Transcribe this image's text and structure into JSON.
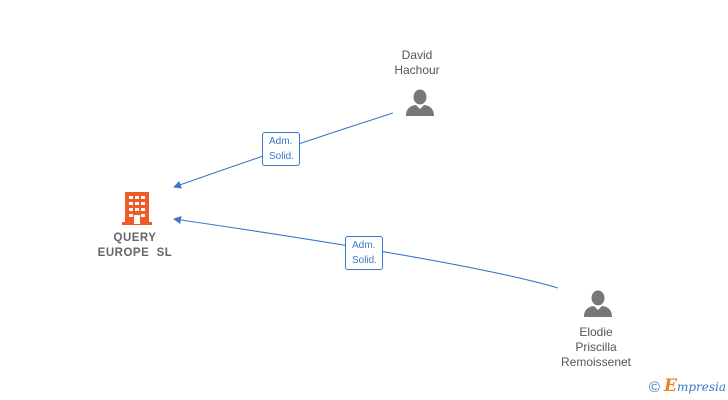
{
  "company": {
    "name_line1": "QUERY",
    "name_line2": "EUROPE  SL",
    "icon": "building-icon",
    "color": "#f05a28"
  },
  "people": [
    {
      "line1": "David",
      "line2": "Hachour",
      "line3": "",
      "icon": "person-icon"
    },
    {
      "line1": "Elodie",
      "line2": "Priscilla",
      "line3": "Remoissenet",
      "icon": "person-icon"
    }
  ],
  "edges": [
    {
      "label_line1": "Adm.",
      "label_line2": "Solid."
    },
    {
      "label_line1": "Adm.",
      "label_line2": "Solid."
    }
  ],
  "colors": {
    "edge": "#3a78c9",
    "person": "#777777",
    "label_text": "#555555"
  },
  "footer": {
    "copyright_symbol": "©",
    "brand_initial": "E",
    "brand_rest": "mpresia"
  }
}
